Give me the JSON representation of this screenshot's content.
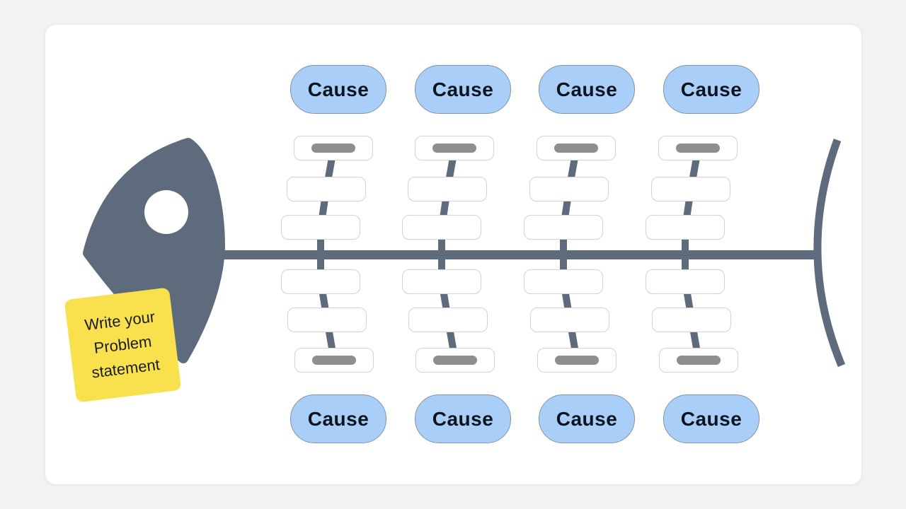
{
  "colors": {
    "background": "#F2F2F4",
    "canvas": "#FFFFFF",
    "skeleton": "#5D6B7C",
    "cause_fill": "#A9CFF8",
    "cause_border": "#8094A8",
    "cause_text": "#0B1320",
    "box_border": "#D2D2D6",
    "placeholder_bar": "#8E8E8E",
    "note_fill": "#F8E14D",
    "note_text": "#1C1C1C",
    "eye": "#FFFFFF"
  },
  "fishbone": {
    "cause_labels_top": [
      "Cause",
      "Cause",
      "Cause",
      "Cause"
    ],
    "cause_labels_bottom": [
      "Cause",
      "Cause",
      "Cause",
      "Cause"
    ],
    "sticky_note": {
      "lines": [
        "Write your",
        "Problem",
        "statement"
      ]
    }
  }
}
